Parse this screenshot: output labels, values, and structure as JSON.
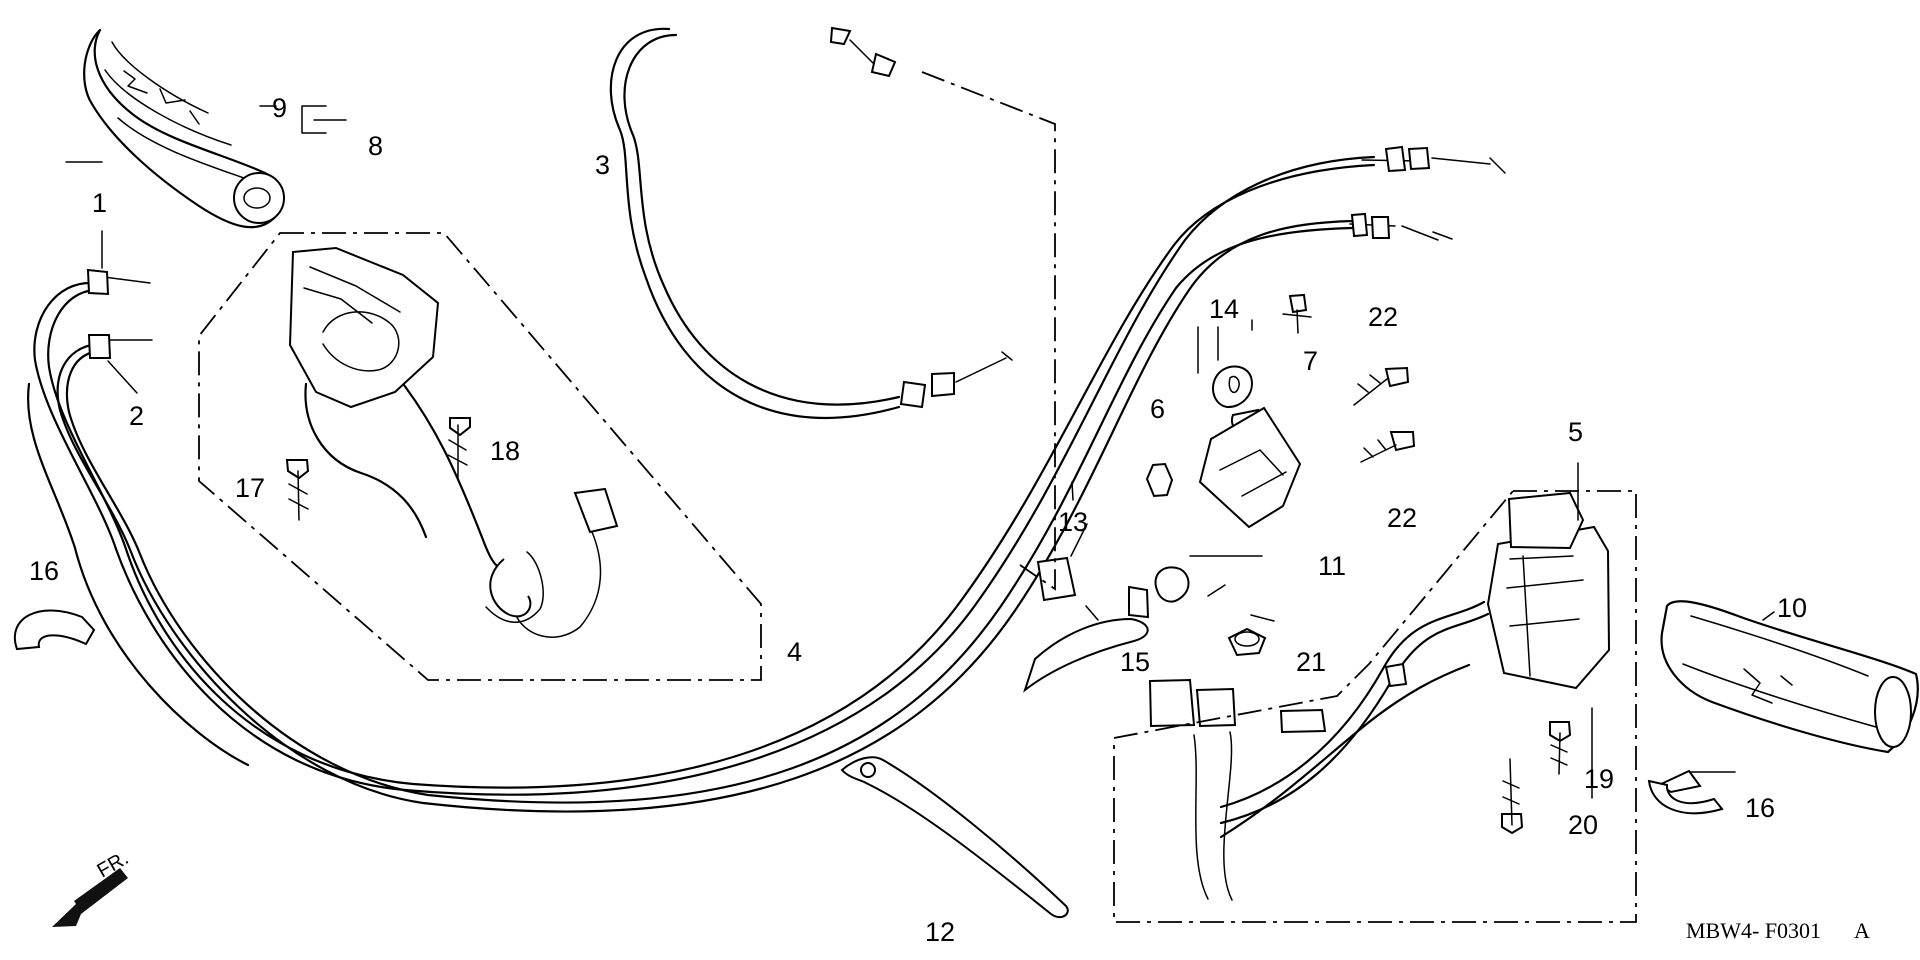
{
  "diagram": {
    "callouts": {
      "c1": "1",
      "c2": "2",
      "c3": "3",
      "c4": "4",
      "c5": "5",
      "c6": "6",
      "c7": "7",
      "c8": "8",
      "c9": "9",
      "c10": "10",
      "c11": "11",
      "c12": "12",
      "c13": "13",
      "c14": "14",
      "c15": "15",
      "c16a": "16",
      "c16b": "16",
      "c17": "17",
      "c18": "18",
      "c19": "19",
      "c20": "20",
      "c21": "21",
      "c22a": "22",
      "c22b": "22"
    },
    "front_marker": "FR.",
    "drawing_code": "MBW4- F0301",
    "drawing_revision": "A"
  }
}
